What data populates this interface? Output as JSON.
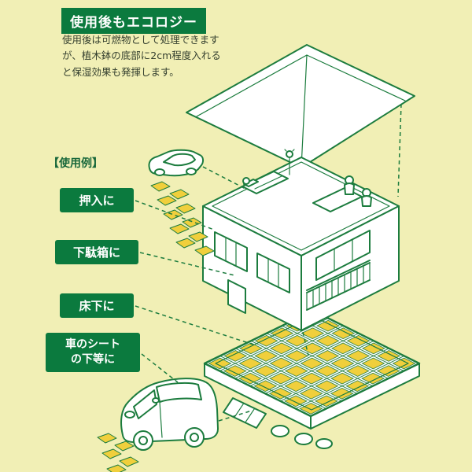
{
  "colors": {
    "background": "#f1efb5",
    "line_green": "#1c7c3e",
    "box_green": "#0b7a3e",
    "sheet_yellow": "#f0cf3c",
    "text_dark": "#35402f",
    "white": "#ffffff"
  },
  "header": {
    "title": "使用後もエコロジー",
    "description": "使用後は可燃物として処理できますが、植木鉢の底部に2cm程度入れると保湿効果も発揮します。"
  },
  "usage_examples": {
    "section_label": "【使用例】",
    "items": [
      {
        "label": "押入に"
      },
      {
        "label": "下駄箱に"
      },
      {
        "label": "床下に"
      },
      {
        "label_line1": "車のシート",
        "label_line2": "の下等に"
      }
    ]
  },
  "illustration": {
    "parts": {
      "roof": "lifted-roof",
      "house": "isometric-two-story-house",
      "rooftop": "rooftop-room-with-bed-and-dining-people",
      "floor_grid": "under-floor-grid-filled-with-sheets",
      "sedan": "sedan-car",
      "minivan": "minivan",
      "sheets": "yellow-product-sheets"
    }
  }
}
